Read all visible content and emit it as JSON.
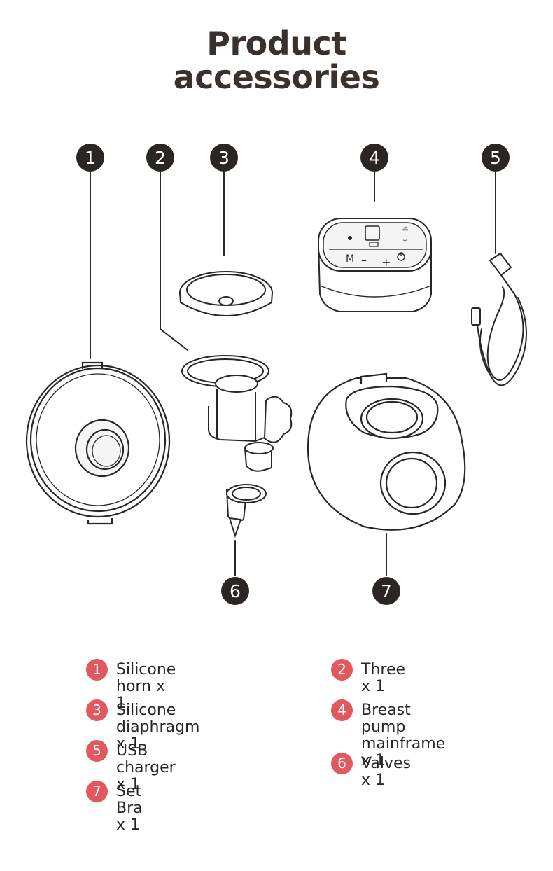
{
  "title": {
    "line1": "Product",
    "line2": "accessories"
  },
  "colors": {
    "badge": "#e2585f",
    "marker": "#2b2624",
    "line": "#2b2624"
  },
  "markers": [
    "1",
    "2",
    "3",
    "4",
    "5",
    "6",
    "7"
  ],
  "device_panel": {
    "mode_label": "M",
    "minus_label": "–",
    "plus_label": "+",
    "power_icon": "power-icon"
  },
  "accessories": [
    {
      "num": "1",
      "label": "Silicone horn x 1"
    },
    {
      "num": "2",
      "label": "Three x 1"
    },
    {
      "num": "3",
      "label": "Silicone diaphragm x 1"
    },
    {
      "num": "4",
      "label": "Breast pump\nmainframe x 1"
    },
    {
      "num": "5",
      "label": "USB charger x 1"
    },
    {
      "num": "6",
      "label": "Valves x 1"
    },
    {
      "num": "7",
      "label": "Set Bra x 1"
    }
  ]
}
